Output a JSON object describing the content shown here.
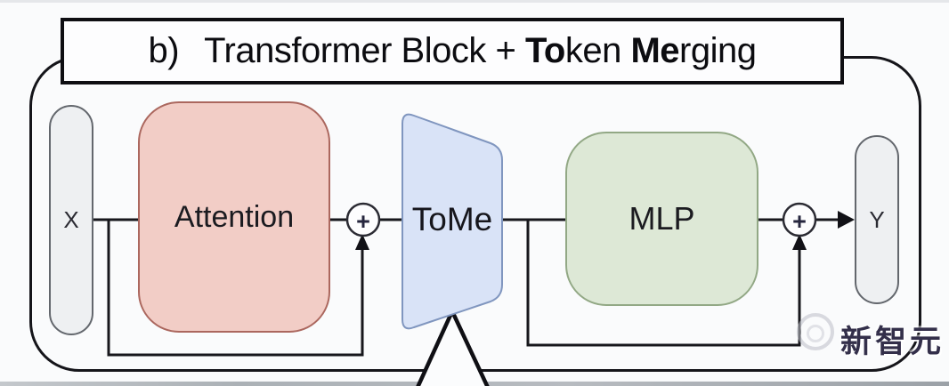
{
  "title": {
    "prefix": "b)",
    "segment1": "Transformer Block + ",
    "bold1": "To",
    "segment2": "ken ",
    "bold2": "Me",
    "segment3": "rging"
  },
  "nodes": {
    "input": {
      "label": "X"
    },
    "attention": {
      "label": "Attention",
      "fill": "#f2cdc6",
      "border": "#ab675e"
    },
    "tome": {
      "label": "ToMe",
      "fill": "#d9e3f7",
      "border": "#8096bf"
    },
    "mlp": {
      "label": "MLP",
      "fill": "#dde8d6",
      "border": "#92a885"
    },
    "output": {
      "label": "Y"
    }
  },
  "operators": {
    "add1": "+",
    "add2": "+"
  },
  "watermark": {
    "text": "新智元"
  },
  "colors": {
    "line": "#17171c",
    "container_border": "#15151a",
    "pill_fill": "#eef0f2",
    "pill_border": "#63676d",
    "plus_sign": "#26263e",
    "background": "#fafbfc"
  }
}
